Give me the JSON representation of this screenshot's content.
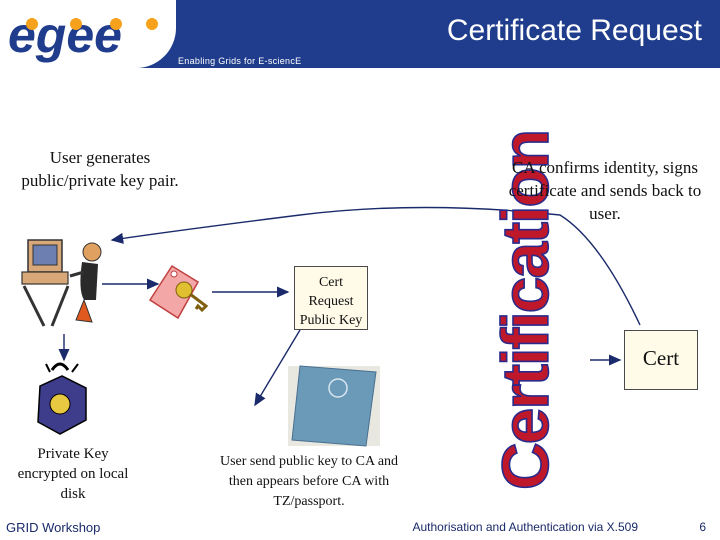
{
  "header": {
    "logo_text": "egee",
    "title": "Certificate Request",
    "tagline": "Enabling Grids for E-sciencE"
  },
  "steps": {
    "user_generates": "User generates public/private key pair.",
    "ca_confirms": "CA confirms identity, signs certificate and sends back to user.",
    "cert_request": "Cert Request Public Key",
    "cert": "Cert",
    "private_key": "Private Key encrypted on local disk",
    "user_send": "User send public key to CA and then appears before CA with TZ/passport."
  },
  "stamp_text": "Certification",
  "footer": {
    "left": "GRID Workshop",
    "right": "Authorisation and Authentication via X.509",
    "page": "6"
  },
  "colors": {
    "header_bg": "#1f3d8c",
    "stamp_fill": "#c0182b",
    "stamp_outline": "#2a2a8c",
    "arrow": "#1a2a6a"
  }
}
